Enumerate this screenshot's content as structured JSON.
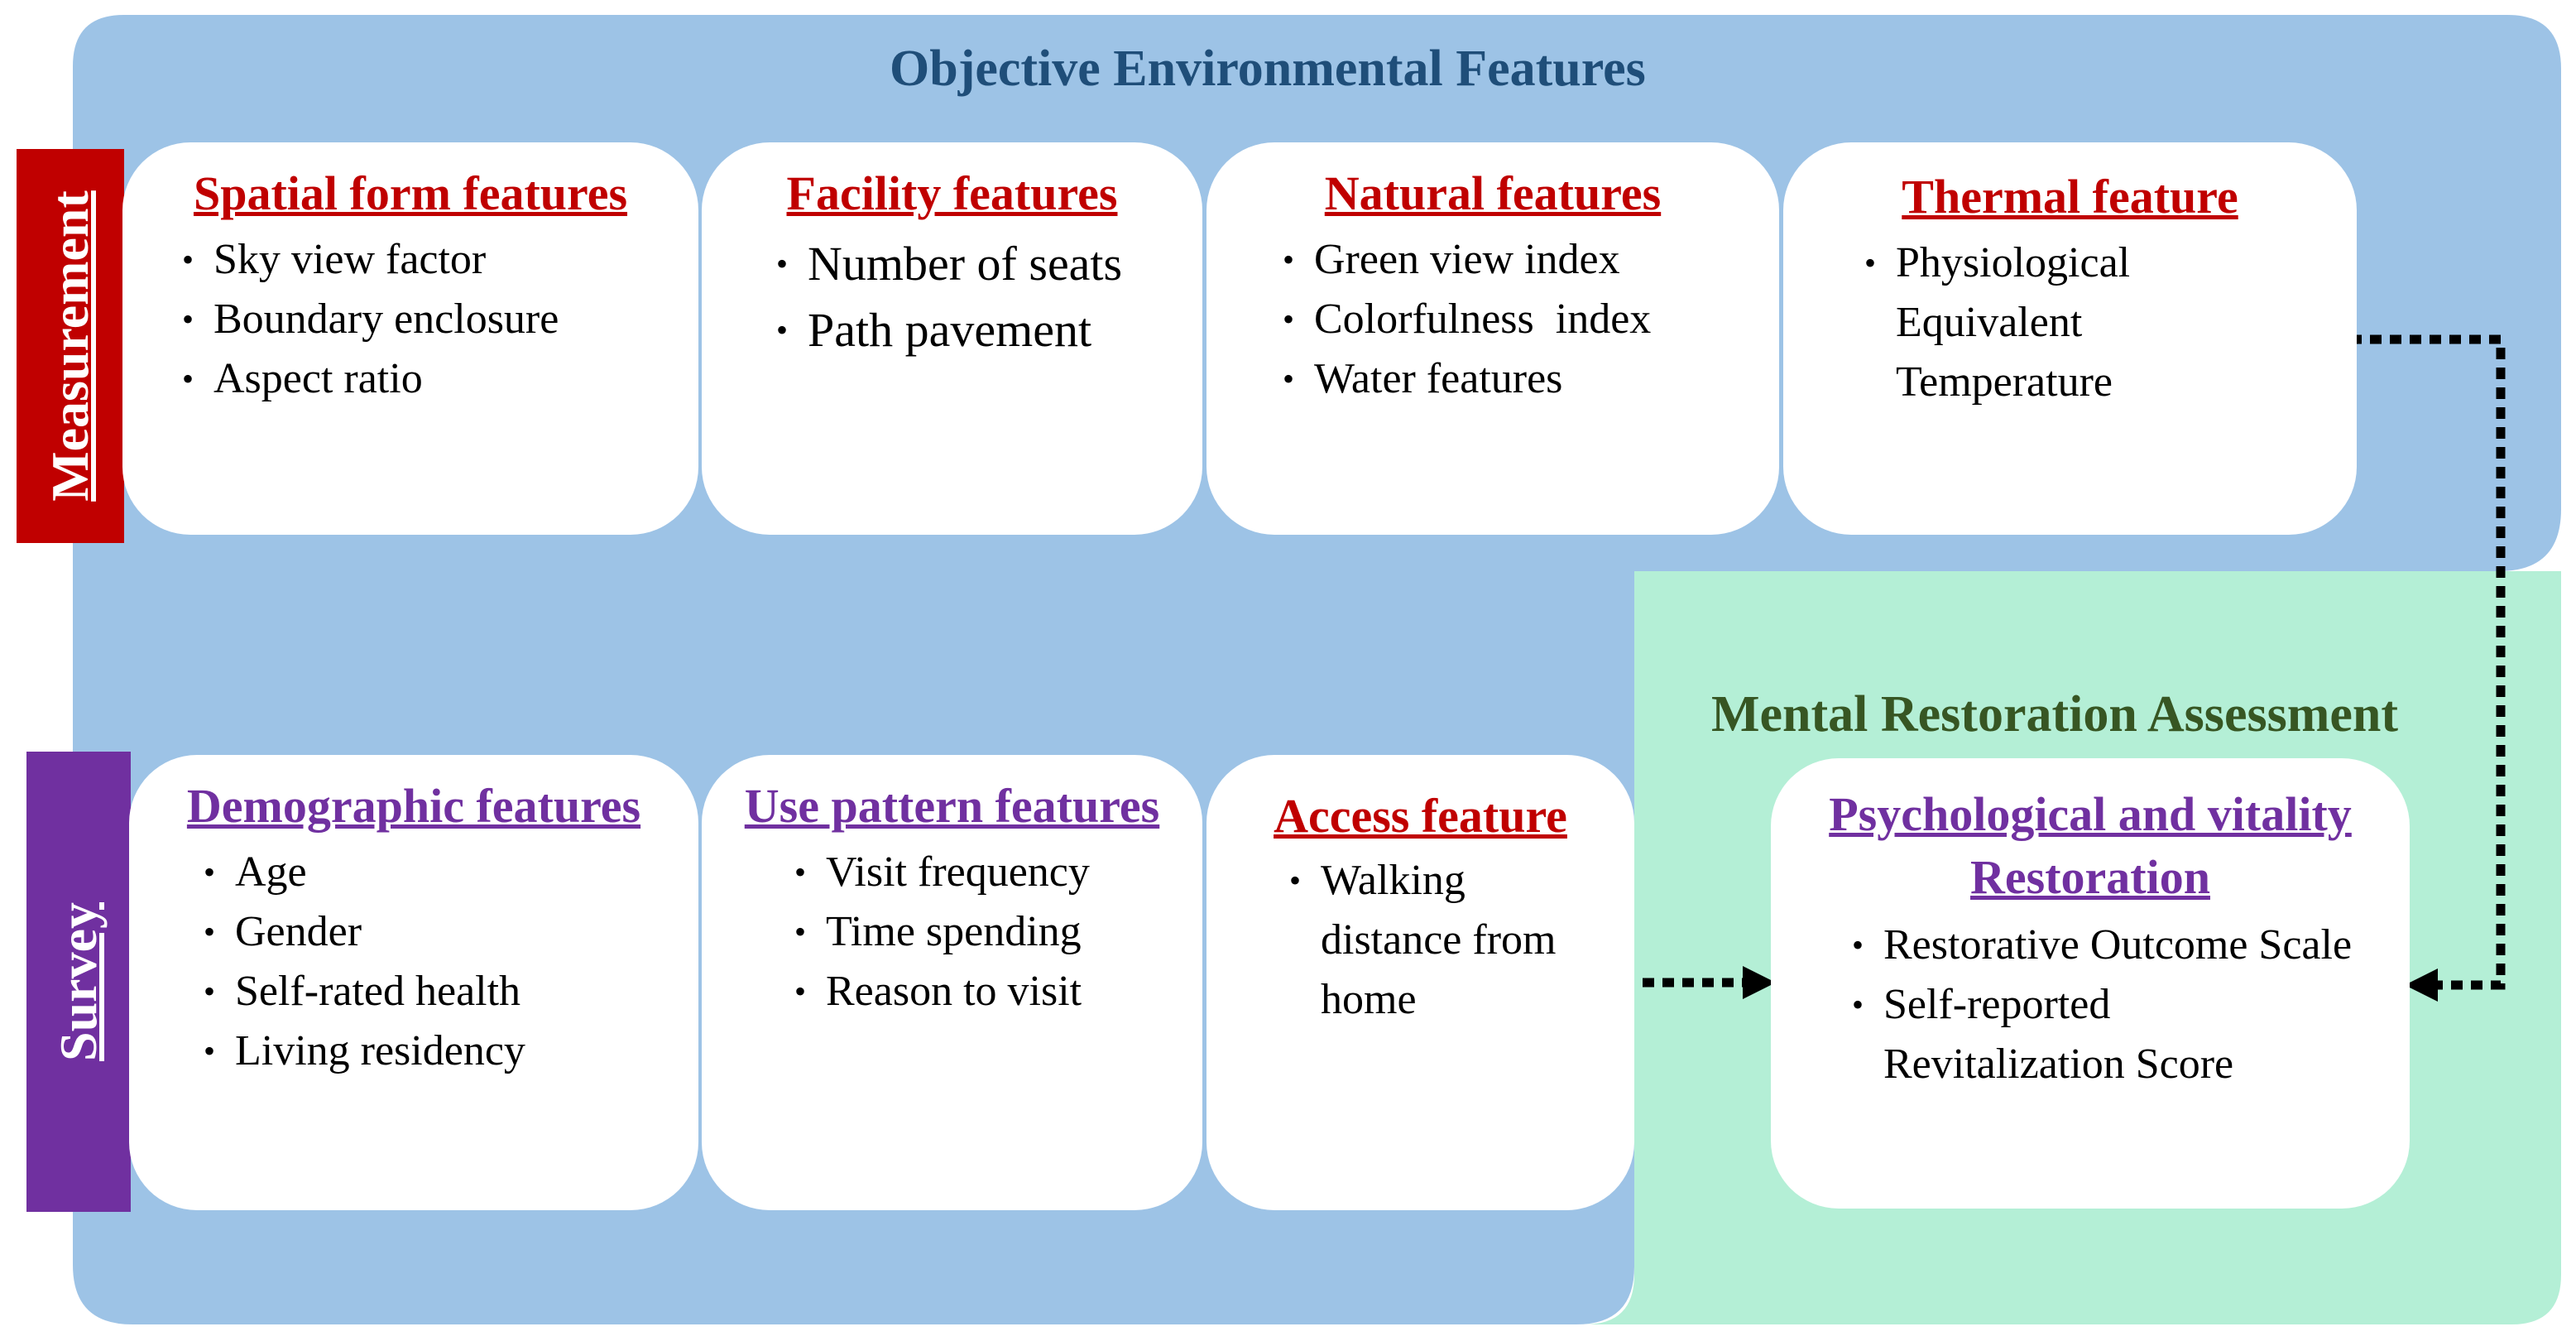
{
  "sections": {
    "objective_title": "Objective Environmental Features",
    "mental_title": "Mental Restoration Assessment"
  },
  "side_labels": {
    "measurement": "Measurement",
    "survey": "Survey"
  },
  "cards": {
    "spatial": {
      "title": "Spatial form features",
      "items": [
        "Sky view factor",
        "Boundary enclosure",
        "Aspect ratio"
      ]
    },
    "facility": {
      "title": "Facility features",
      "items": [
        "Number of seats",
        "Path pavement"
      ]
    },
    "natural": {
      "title": "Natural features",
      "items": [
        "Green view index",
        "Colorfulness  index",
        "Water features"
      ]
    },
    "thermal": {
      "title": "Thermal feature",
      "items": [
        "Physiological",
        "Equivalent",
        "Temperature"
      ]
    },
    "demographic": {
      "title": "Demographic features",
      "items": [
        "Age",
        "Gender",
        "Self-rated health",
        "Living residency"
      ]
    },
    "use_pattern": {
      "title": "Use pattern features",
      "items": [
        "Visit frequency",
        "Time spending",
        "Reason to visit"
      ]
    },
    "access": {
      "title": "Access feature",
      "items": [
        "Walking",
        "distance from",
        "home"
      ]
    },
    "restoration": {
      "title_line1": "Psychological and vitality",
      "title_line2": "Restoration",
      "items": [
        "Restorative Outcome Scale",
        "Self-reported",
        "Revitalization Score"
      ]
    }
  },
  "colors": {
    "objective_bg": "#9dc3e6",
    "mental_bg": "#b4efd6",
    "measurement_red": "#c00000",
    "survey_purple": "#7030a0"
  }
}
